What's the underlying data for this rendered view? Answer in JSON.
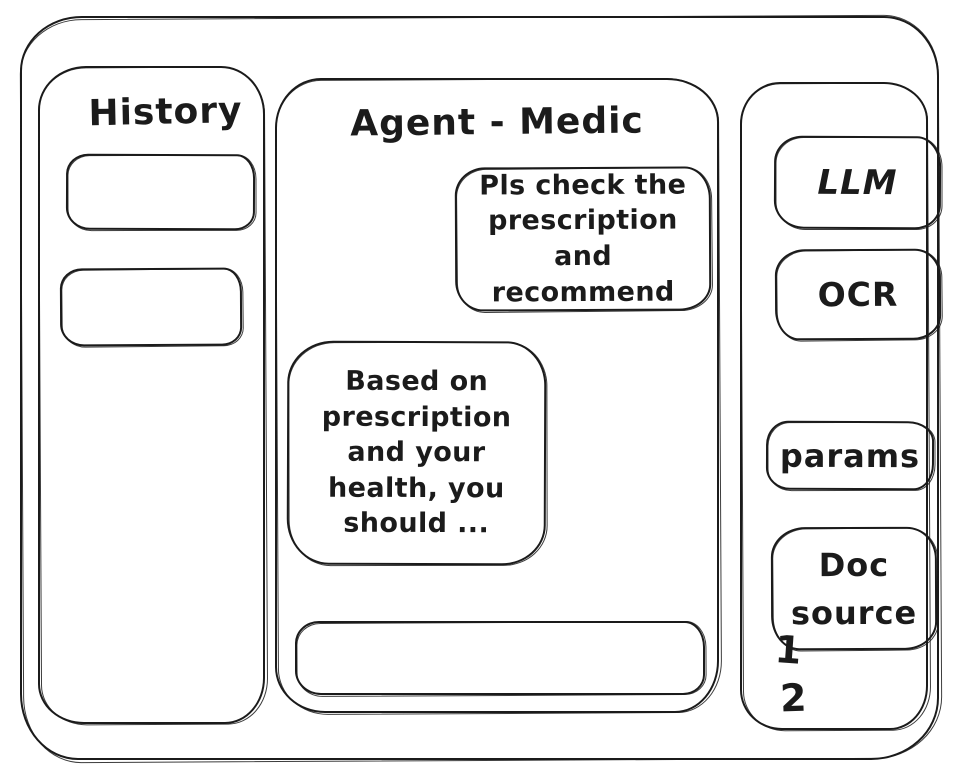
{
  "history": {
    "title": "History",
    "items": [
      {
        "label": ""
      },
      {
        "label": ""
      }
    ]
  },
  "chat": {
    "title": "Agent - Medic",
    "messages": [
      {
        "role": "user",
        "text": "Pls check the\nprescription\nand recommend"
      },
      {
        "role": "agent",
        "text": "Based on\nprescription\nand your\nhealth, you\nshould ..."
      }
    ],
    "input": {
      "value": "",
      "placeholder": ""
    }
  },
  "tools": {
    "buttons": [
      {
        "label": "LLM"
      },
      {
        "label": "OCR"
      },
      {
        "label": "params"
      },
      {
        "label": "Doc\nsource"
      }
    ],
    "doc_sources": [
      "1",
      "2"
    ]
  },
  "colors": {
    "ink": "#1b1b1b",
    "background": "#ffffff"
  }
}
